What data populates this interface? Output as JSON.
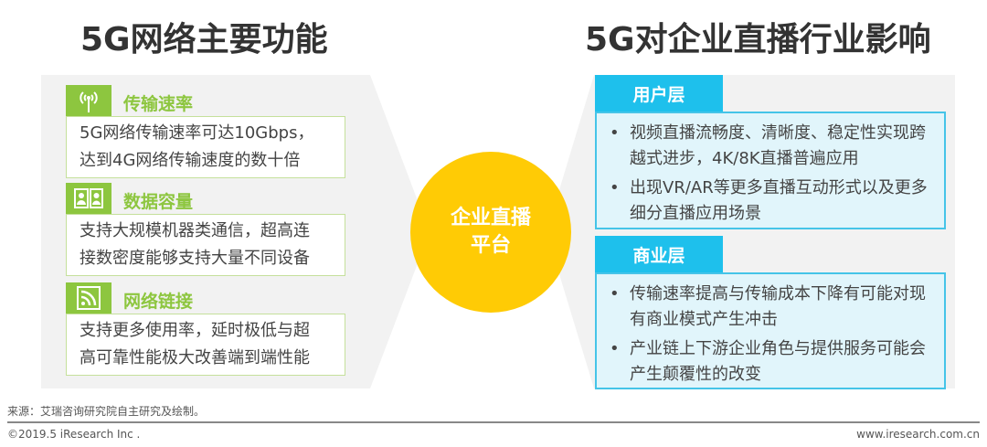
{
  "left": {
    "title": "5G网络主要功能",
    "items": [
      {
        "icon": "antenna-icon",
        "title": "传输速率",
        "lines": [
          "5G网络传输速率可达10Gbps，",
          "达到4G网络传输速度的数十倍"
        ]
      },
      {
        "icon": "user-cards-icon",
        "title": "数据容量",
        "lines": [
          "支持大规模机器类通信，超高连",
          "接数密度能够支持大量不同设备"
        ]
      },
      {
        "icon": "rss-icon",
        "title": "网络链接",
        "lines": [
          "支持更多使用率，延时极低与超",
          "高可靠性能极大改善端到端性能"
        ]
      }
    ]
  },
  "center": {
    "line1": "企业直播",
    "line2": "平台"
  },
  "right": {
    "title": "5G对企业直播行业影响",
    "sections": [
      {
        "header": "用户层",
        "bullets": [
          "视频直播流畅度、清晰度、稳定性实现跨越式进步，4K/8K直播普遍应用",
          "出现VR/AR等更多直播互动形式以及更多细分直播应用场景"
        ]
      },
      {
        "header": "商业层",
        "bullets": [
          "传输速率提高与传输成本下降有可能对现有商业模式产生冲击",
          "产业链上下游企业角色与提供服务可能会产生颠覆性的改变"
        ]
      }
    ]
  },
  "footer": {
    "source": "来源：艾瑞咨询研究院自主研究及绘制。",
    "copyright": "©2019.5 iResearch Inc .",
    "website": "www.iresearch.com.cn"
  },
  "colors": {
    "green": "#8dc63f",
    "cyan": "#1ec0ec",
    "yellow": "#ffcb05"
  }
}
